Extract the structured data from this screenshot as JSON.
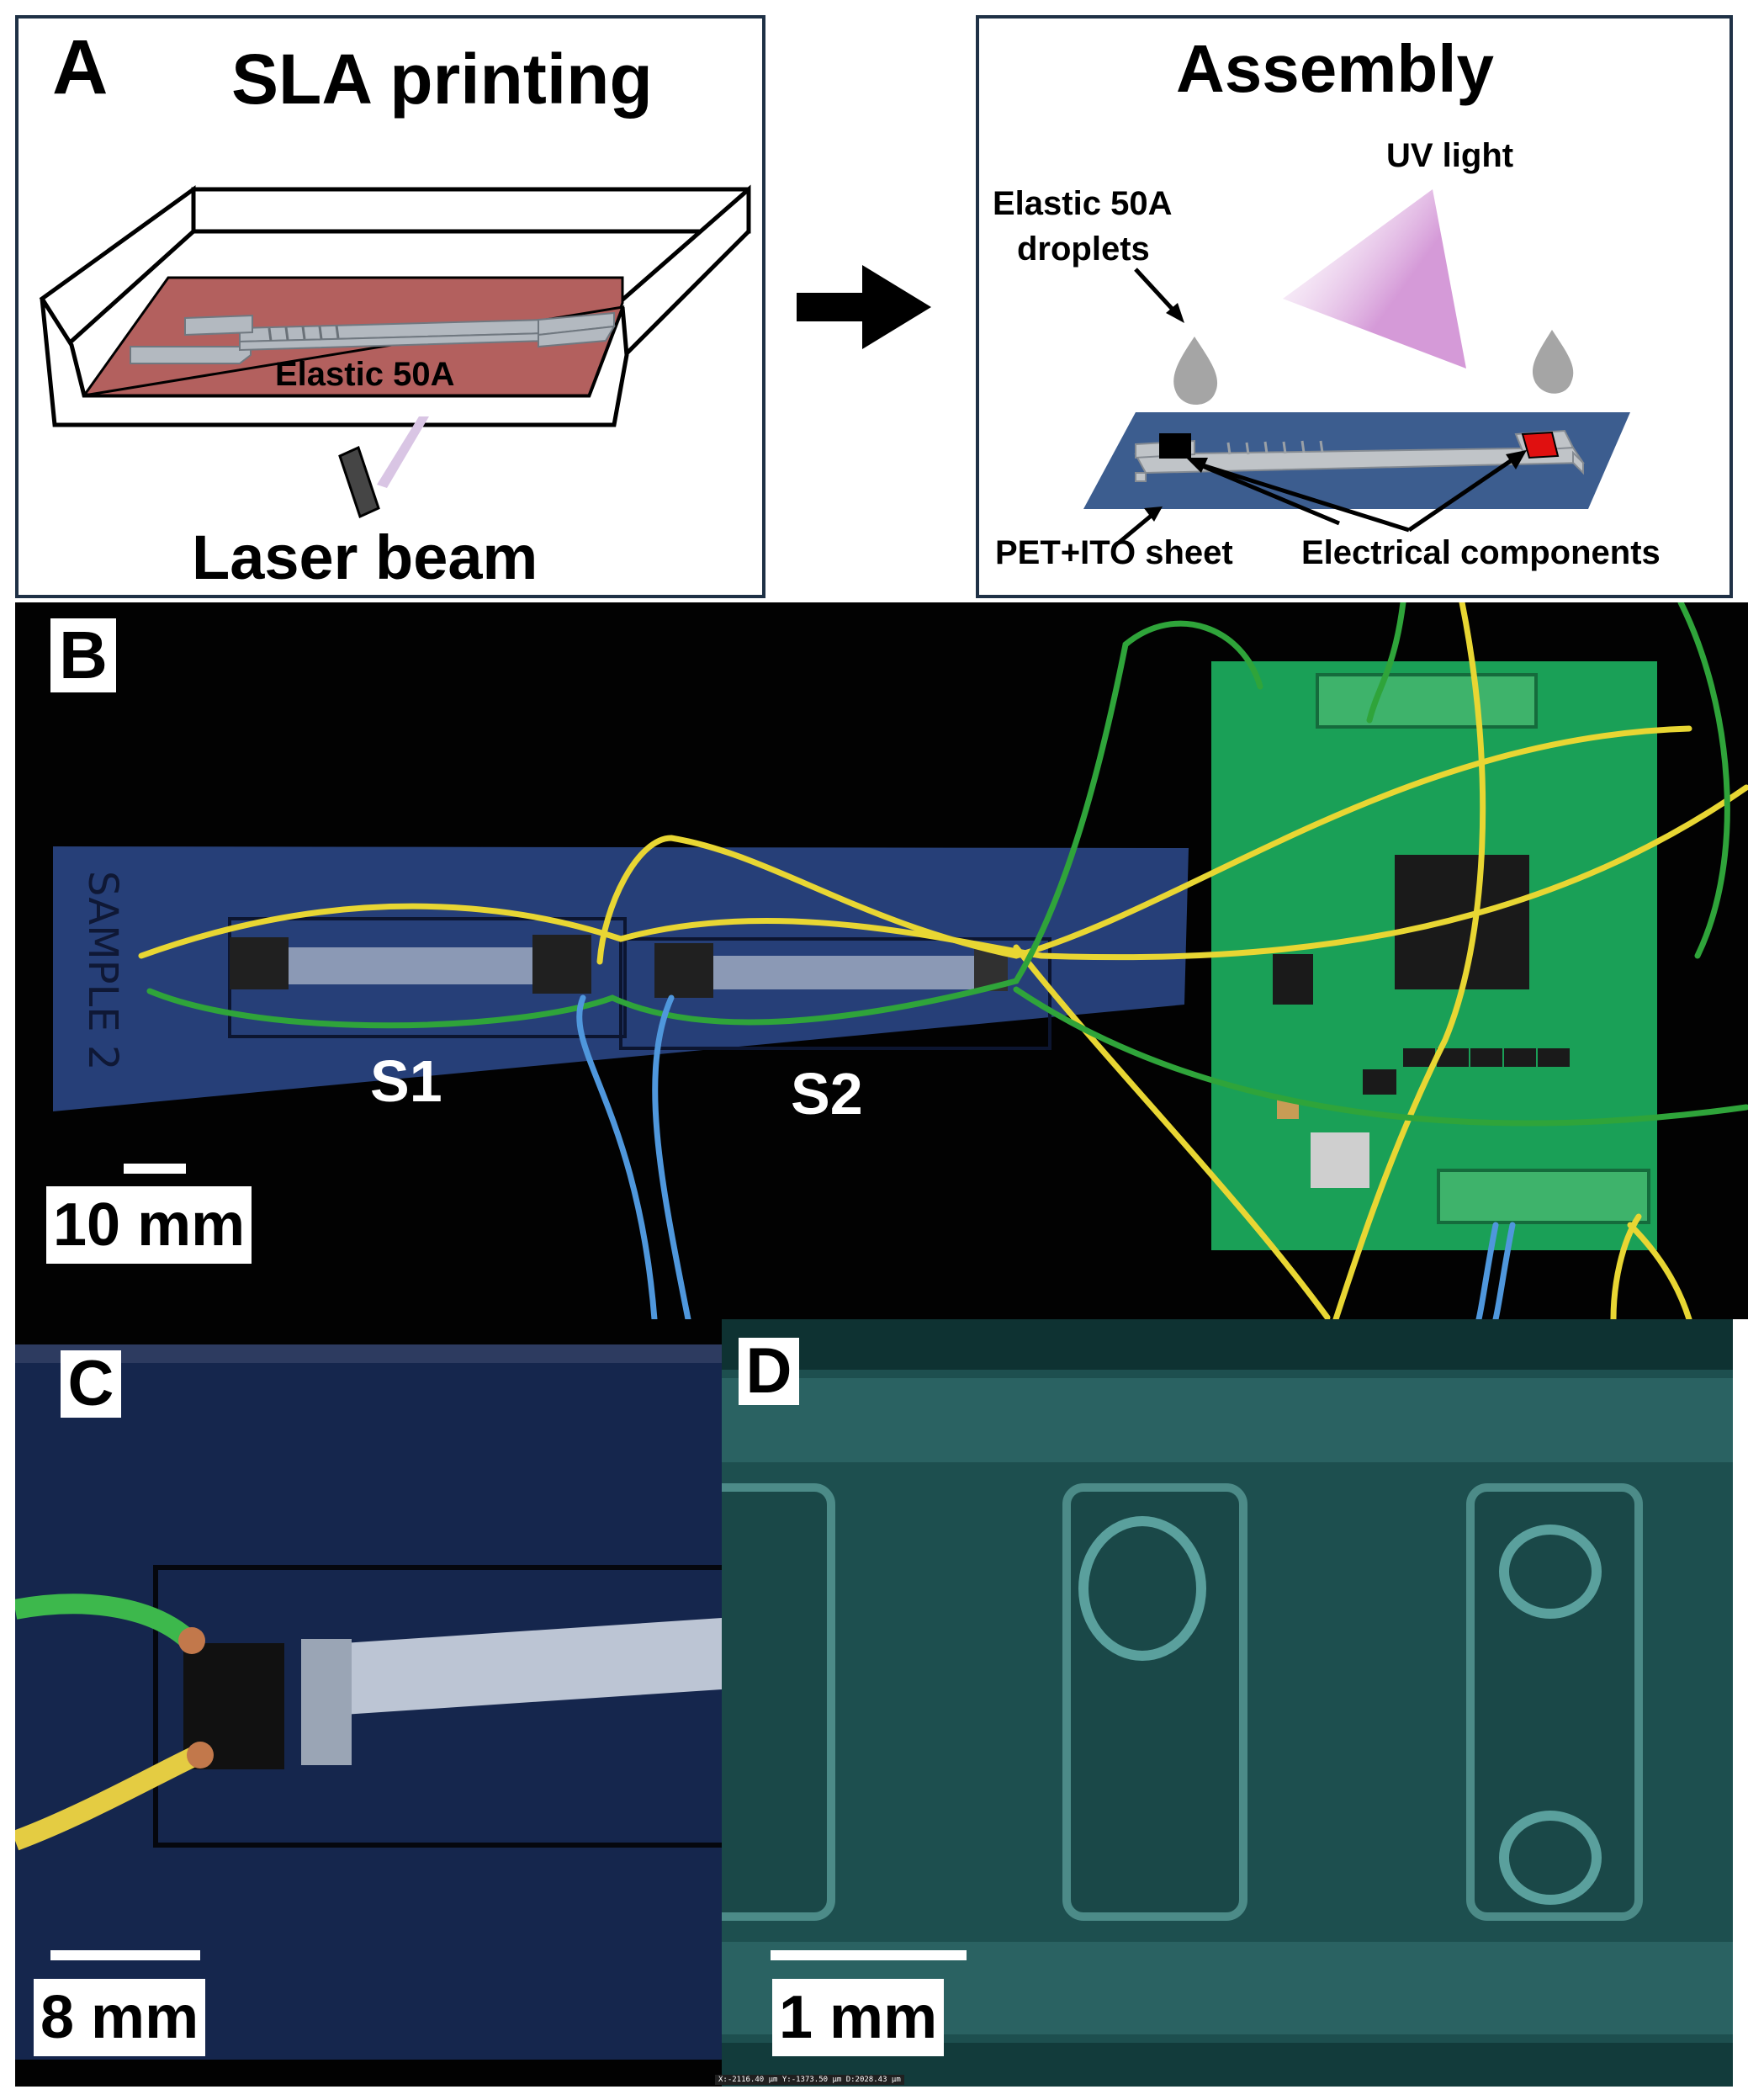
{
  "figure": {
    "panel_a": {
      "letter": "A",
      "left_title": "SLA printing",
      "resin_label": "Elastic 50A",
      "laser_label": "Laser beam",
      "right_title": "Assembly",
      "uv_label": "UV light",
      "droplets_label_line1": "Elastic 50A",
      "droplets_label_line2": "droplets",
      "sheet_label": "PET+ITO sheet",
      "components_label": "Electrical components"
    },
    "panel_b": {
      "letter": "B",
      "sample_handwriting": "SAMPLE 2",
      "sensor1_label": "S1",
      "sensor2_label": "S2",
      "scale_label": "10 mm"
    },
    "panel_c": {
      "letter": "C",
      "scale_label": "8 mm"
    },
    "panel_d": {
      "letter": "D",
      "scale_label": "1 mm",
      "coordinate_readout": "X:-2116.40 µm Y:-1373.50 µm D:2028.43 µm"
    },
    "colors": {
      "frame": "#1f3146",
      "resin": "#b3605e",
      "uv": "#d59ad8",
      "pet_sheet": "#3c5d8f",
      "red_component": "#e01010",
      "pcb": "#18a55a",
      "wire_yellow": "#e8d633",
      "wire_green": "#2fa43a",
      "wire_blue": "#4f97dc",
      "blue_substrate": "#233f7b",
      "micro_teal": "#1d4f4f"
    }
  }
}
